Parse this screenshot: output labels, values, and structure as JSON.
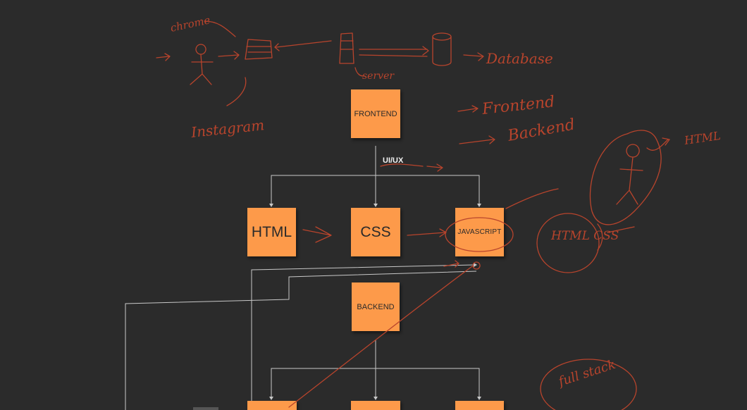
{
  "board": {
    "background": "#2b2b2b",
    "note_color": "#fd9a4a",
    "ink_color": "#b8442c",
    "connector_color": "#c8c8c8"
  },
  "notes": {
    "frontend": "FRONTEND",
    "html": "HTML",
    "css": "CSS",
    "javascript": "JAVASCRIPT",
    "backend": "BACKEND"
  },
  "edge_label": "UI/UX",
  "handwriting": {
    "chrome": "chrome",
    "server": "server",
    "database": "Database",
    "instagram": "Instagram",
    "frontend": "Frontend",
    "backend": "Backend",
    "html": "HTML",
    "html_css": "HTML CSS",
    "full_stack": "full stack"
  }
}
